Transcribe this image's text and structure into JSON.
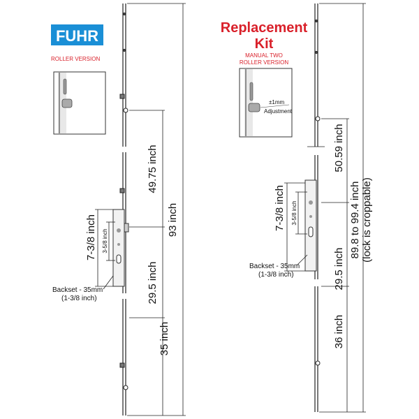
{
  "colors": {
    "brand_blue": "#1a8fd6",
    "red": "#cc1f27",
    "line": "#222222"
  },
  "left": {
    "logo": "FUHR",
    "caption": "ROLLER VERSION",
    "dims": {
      "top": "49.75 inch",
      "total": "93 inch",
      "middle": "29.5 inch",
      "bottom": "35 inch",
      "lock_outer": "7-3/8 inch",
      "lock_inner": "3-5/8 inch"
    },
    "backset_line1": "Backset - 35mm",
    "backset_line2": "(1-3/8 inch)"
  },
  "right": {
    "title_line1": "Replacement",
    "title_line2": "Kit",
    "caption_line1": "MANUAL TWO",
    "caption_line2": "ROLLER VERSION",
    "adjust_value": "±1mm",
    "adjust_label": "Adjustment",
    "dims": {
      "top": "50.59 inch",
      "total": "89.8 to 99.4 inch",
      "total_note": "(lock is croppable)",
      "middle": "29.5 inch",
      "bottom": "36 inch",
      "lock_outer": "7-3/8 inch",
      "lock_inner": "3-5/8 inch"
    },
    "backset_line1": "Backset - 35mm",
    "backset_line2": "(1-3/8 inch)"
  }
}
